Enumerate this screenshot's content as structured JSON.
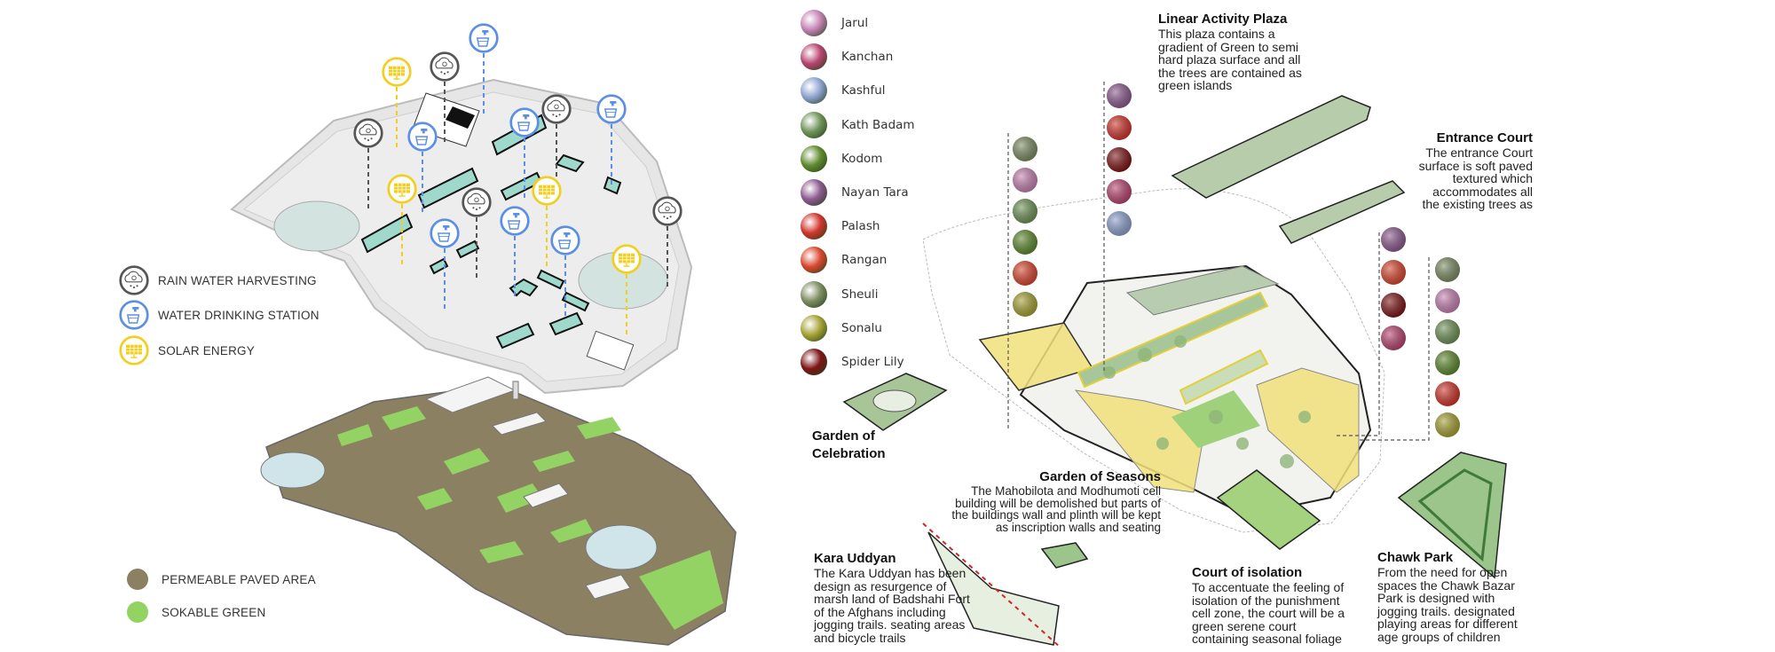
{
  "services_legend": [
    {
      "icon": "rain-water-harvesting-icon",
      "label": "RAIN WATER HARVESTING",
      "color": "#555555"
    },
    {
      "icon": "water-drinking-station-icon",
      "label": "WATER DRINKING STATION",
      "color": "#5b8fe6"
    },
    {
      "icon": "solar-energy-icon",
      "label": "SOLAR ENERGY",
      "color": "#f2cf1e"
    }
  ],
  "surface_legend": [
    {
      "label": "PERMEABLE PAVED AREA",
      "color": "#8b8062"
    },
    {
      "label": "SOKABLE GREEN",
      "color": "#93d363"
    }
  ],
  "flower_legend": [
    {
      "name": "Jarul",
      "color": "#c682b2"
    },
    {
      "name": "Kanchan",
      "color": "#b9456f"
    },
    {
      "name": "Kashful",
      "color": "#8fa3cf"
    },
    {
      "name": "Kath Badam",
      "color": "#6f9358"
    },
    {
      "name": "Kodom",
      "color": "#5f8a2f"
    },
    {
      "name": "Nayan Tara",
      "color": "#8d5a8f"
    },
    {
      "name": "Palash",
      "color": "#d0352c"
    },
    {
      "name": "Rangan",
      "color": "#d9472f"
    },
    {
      "name": "Sheuli",
      "color": "#7d8c62"
    },
    {
      "name": "Sonalu",
      "color": "#a6a234"
    },
    {
      "name": "Spider Lily",
      "color": "#7e1515"
    }
  ],
  "flower_columns": [
    [
      "Sheuli",
      "Jarul",
      "Kath Badam",
      "Kodom",
      "Rangan",
      "Sonalu"
    ],
    [
      "Nayan Tara",
      "Palash",
      "Spider Lily",
      "Kanchan",
      "Kashful"
    ],
    [
      "Nayan Tara",
      "Rangan",
      "Spider Lily",
      "Kanchan"
    ],
    [
      "Sheuli",
      "Jarul",
      "Kath Badam",
      "Kodom",
      "Palash",
      "Sonalu"
    ]
  ],
  "zones": {
    "linear_activity_plaza": {
      "title": "Linear Activity Plaza",
      "body": "This plaza contains a\ngradient of Green to semi\nhard plaza surface and all\nthe trees are contained as\ngreen islands"
    },
    "entrance_court": {
      "title": "Entrance Court",
      "body": "The entrance Court\nsurface is soft paved\ntextured which\naccommodates all\nthe existing trees as"
    },
    "garden_of_celebration": {
      "title": "Garden of\nCelebration"
    },
    "garden_of_seasons": {
      "title": "Garden of Seasons",
      "body": "The Mahobilota and Modhumoti cell\nbuilding will be demolished but parts of\nthe buildings wall and plinth will be kept\nas inscription walls and seating"
    },
    "kara_uddyan": {
      "title": "Kara Uddyan",
      "body": "The Kara Uddyan has been\ndesign as resurgence of\nmarsh land of Badshahi Fort\nof the Afghans including\njogging trails. seating areas\nand bicycle trails"
    },
    "court_of_isolation": {
      "title": "Court of isolation",
      "body": "To accentuate the feeling of\nisolation of the punishment\ncell zone, the court will be a\ngreen serene court\ncontaining seasonal foliage"
    },
    "chawk_park": {
      "title": "Chawk Park",
      "body": "From the need for open\nspaces the Chawk Bazar\nPark is designed with\njogging trails. designated\nplaying areas for different\nage groups of children"
    }
  },
  "colors": {
    "yellow_zone": "#f1e07a",
    "teal_building": "#9fd9cc",
    "site_gray": "#e4e4e4",
    "green": "#7fb35a"
  }
}
